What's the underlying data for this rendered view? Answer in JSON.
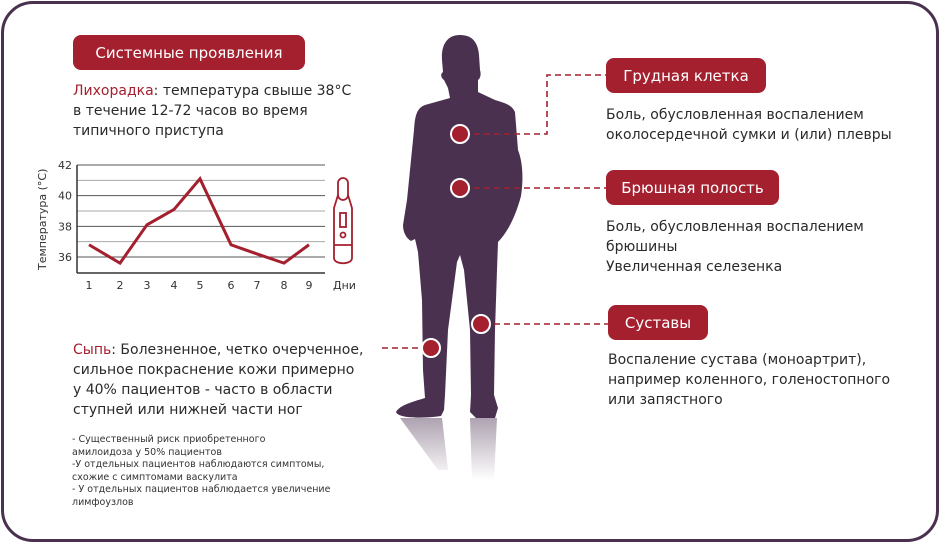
{
  "left": {
    "title": "Системные проявления",
    "fever_label": "Лихорадка",
    "fever_lines": [
      ": температура свыше 38°C",
      "в течение 12-72 часов во время",
      "типичного приступа"
    ],
    "rash_label": "Сыпь",
    "rash_lines": [
      ": Болезненное, четко очерченное,",
      "сильное покраснение кожи примерно",
      "у 40% пациентов - часто в области",
      "ступней или нижней части ног"
    ],
    "notes": [
      "- Существенный риск приобретенного",
      "амилоидоза у 50% пациентов",
      "-У отдельных пациентов наблюдаются симптомы,",
      "схожие с симптомами васкулита",
      "- У отдельных пациентов наблюдается увеличение",
      "лимфоузлов"
    ]
  },
  "right": {
    "chest": {
      "title": "Грудная клетка",
      "lines": [
        "Боль, обусловленная воспалением",
        "околосердечной сумки и (или) плевры"
      ]
    },
    "abdomen": {
      "title": "Брюшная полость",
      "lines": [
        "Боль, обусловленная воспалением",
        "брюшины",
        "Увеличенная селезенка"
      ]
    },
    "joints": {
      "title": "Суставы",
      "lines": [
        "Воспаление сустава (моноартрит),",
        "например коленного, голеностопного",
        "или запястного"
      ]
    }
  },
  "colors": {
    "accent": "#a4202f",
    "silhouette": "#4b3150"
  },
  "icons": [
    "thermometer-icon",
    "human-silhouette"
  ],
  "chart_data": {
    "type": "line",
    "title": "",
    "xlabel": "Дни",
    "ylabel": "Температура (°C)",
    "categories": [
      "1",
      "2",
      "3",
      "4",
      "5",
      "6",
      "7",
      "8",
      "9"
    ],
    "values": [
      36.8,
      35.6,
      38.1,
      39.1,
      41.1,
      36.8,
      36.2,
      35.6,
      36.8
    ],
    "yticks": [
      "36",
      "38",
      "40",
      "42"
    ],
    "ylim": [
      35,
      42
    ],
    "grid": true
  }
}
